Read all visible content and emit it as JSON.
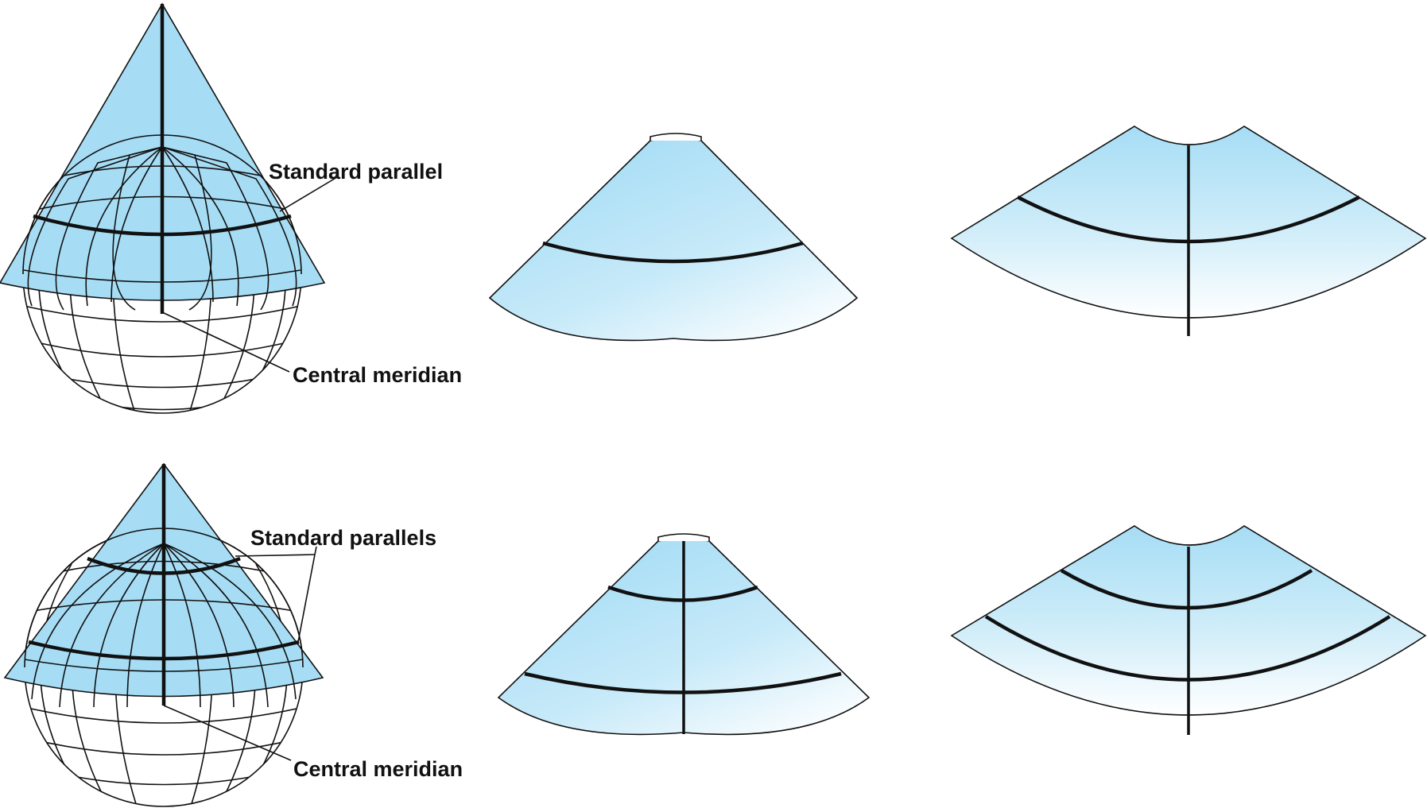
{
  "labels": {
    "top_standard_parallel": "Standard parallel",
    "top_central_meridian": "Central meridian",
    "bottom_standard_parallels": "Standard parallels",
    "bottom_central_meridian": "Central meridian"
  },
  "colors": {
    "cone_fill": "#a6ddf5",
    "fade_white": "#ffffff",
    "line": "#111111"
  }
}
